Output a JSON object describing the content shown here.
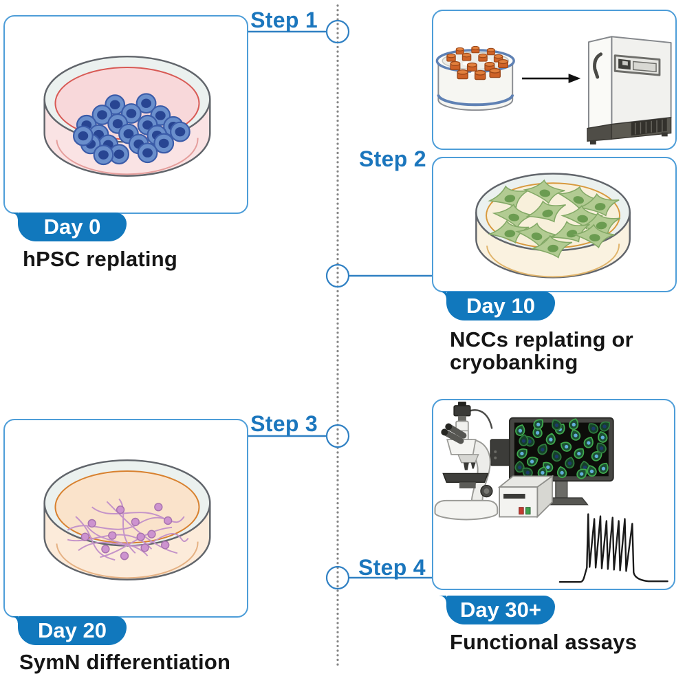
{
  "figure": {
    "type": "differentiation-protocol-timeline",
    "steps": [
      {
        "step_label": "Step 1",
        "day_badge": "Day 0",
        "caption": "hPSC replating",
        "illustration": "petri-dish-with-hpsc-colonies"
      },
      {
        "step_label": "Step 2",
        "day_badge": "Day 10",
        "caption": "NCCs replating or cryobanking",
        "illustration": "cryovial-rack-arrow-freezer-and-ncc-petri-dish"
      },
      {
        "step_label": "Step 3",
        "day_badge": "Day 20",
        "caption": "SymN differentiation",
        "illustration": "petri-dish-with-symn-neurons"
      },
      {
        "step_label": "Step 4",
        "day_badge": "Day 30+",
        "caption": "Functional assays",
        "illustration": "microscope-monitor-fluorescent-cells-and-action-potential-trace"
      }
    ],
    "colors": {
      "accent_blue": "#1B76BD",
      "badge_blue": "#1178BD",
      "panel_border_blue": "#4D9DD8",
      "connector_blue": "#2F80C3",
      "dotted_gray": "#868686",
      "caption_black": "#151515"
    }
  }
}
